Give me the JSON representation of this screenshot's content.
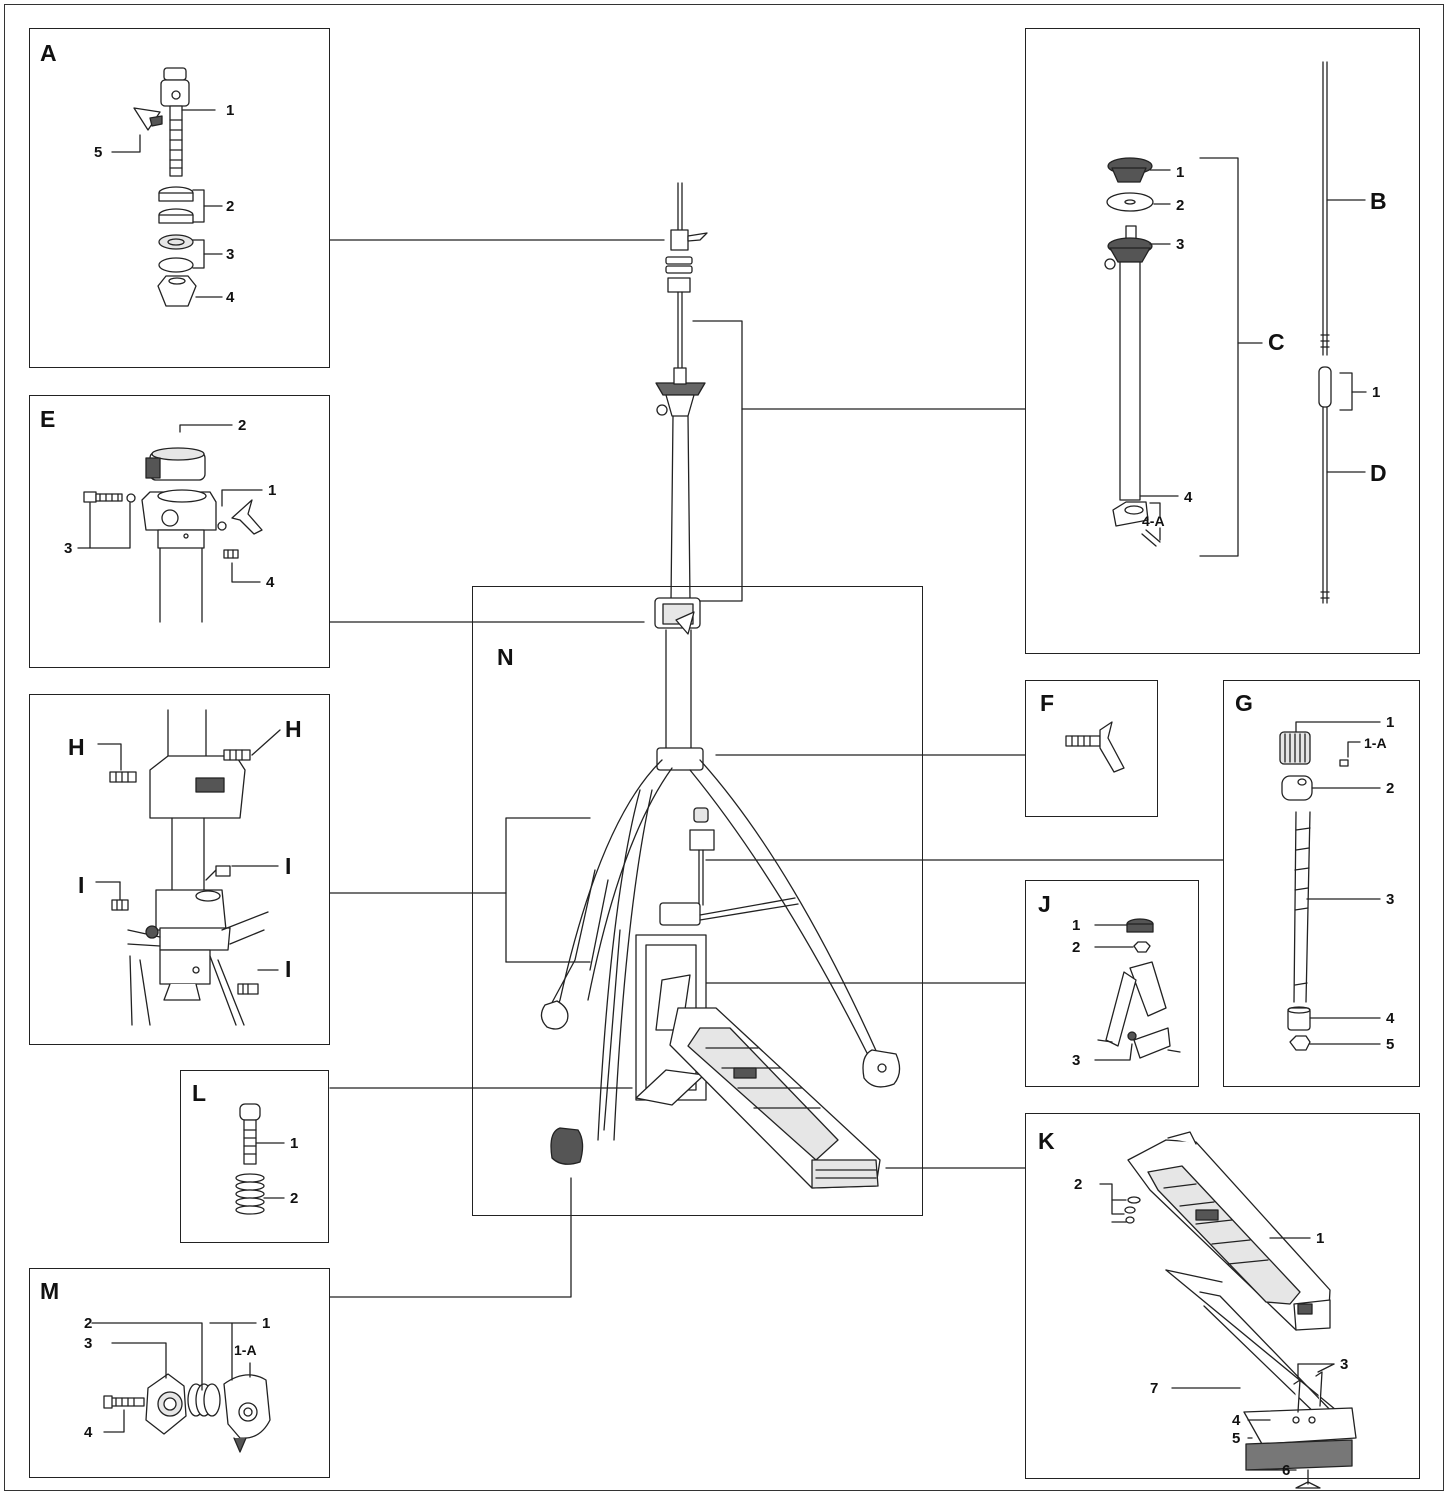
{
  "panels": [
    {
      "id": "A",
      "callouts": [
        "1",
        "2",
        "3",
        "4",
        "5"
      ]
    },
    {
      "id": "C",
      "callouts": [
        "1",
        "2",
        "3",
        "4",
        "4-A"
      ]
    },
    {
      "id": "B"
    },
    {
      "id": "D",
      "callouts": [
        "1"
      ]
    },
    {
      "id": "E",
      "callouts": [
        "1",
        "2",
        "3",
        "4"
      ]
    },
    {
      "id": "H"
    },
    {
      "id": "I"
    },
    {
      "id": "N"
    },
    {
      "id": "F"
    },
    {
      "id": "G",
      "callouts": [
        "1",
        "1-A",
        "2",
        "3",
        "4",
        "5"
      ]
    },
    {
      "id": "J",
      "callouts": [
        "1",
        "2",
        "3"
      ]
    },
    {
      "id": "L",
      "callouts": [
        "1",
        "2"
      ]
    },
    {
      "id": "M",
      "callouts": [
        "1",
        "1-A",
        "2",
        "3",
        "4"
      ]
    },
    {
      "id": "K",
      "callouts": [
        "1",
        "2",
        "3",
        "4",
        "5",
        "6",
        "7"
      ]
    }
  ],
  "colors": {
    "line": "#222222",
    "part_fill": "#e6e6e6",
    "dark_fill": "#555555",
    "background": "#ffffff"
  }
}
